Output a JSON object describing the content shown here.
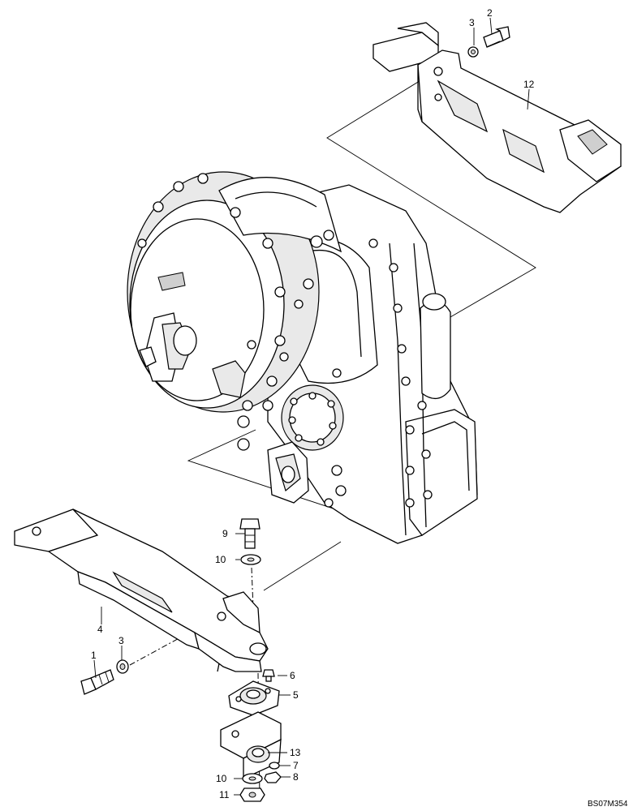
{
  "drawing_code": "BS07M354",
  "callouts": {
    "c1": "1",
    "c2": "2",
    "c3a": "3",
    "c3b": "3",
    "c4": "4",
    "c5": "5",
    "c6": "6",
    "c7": "7",
    "c8": "8",
    "c9": "9",
    "c10a": "10",
    "c10b": "10",
    "c11": "11",
    "c12": "12",
    "c13": "13"
  }
}
